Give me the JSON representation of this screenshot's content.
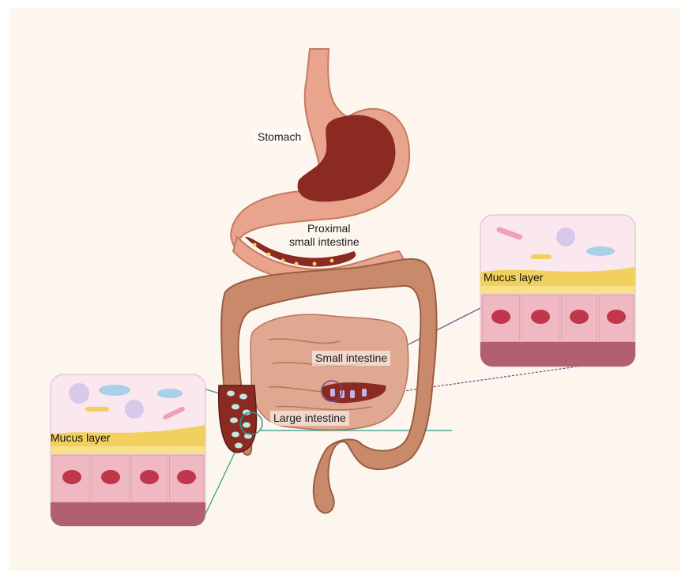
{
  "labels": {
    "stomach": "Stomach",
    "proximal_line1": "Proximal",
    "proximal_line2": "small intestine",
    "small_intestine": "Small intestine",
    "large_intestine": "Large intestine"
  },
  "insets": {
    "left": {
      "mucus_label": "Mucus layer"
    },
    "right": {
      "mucus_label": "Mucus layer"
    }
  },
  "colors": {
    "tissue": "#e8a48c",
    "tissue_dark": "#d88870",
    "lumen": "#8a2a22",
    "colon": "#c88a6a",
    "mucus": "#f2d060",
    "cell": "#f0b8c2",
    "nucleus": "#c0364a",
    "base": "#b06070",
    "connector_teal": "#2a9a88",
    "connector_purple": "#6a4a8a"
  }
}
